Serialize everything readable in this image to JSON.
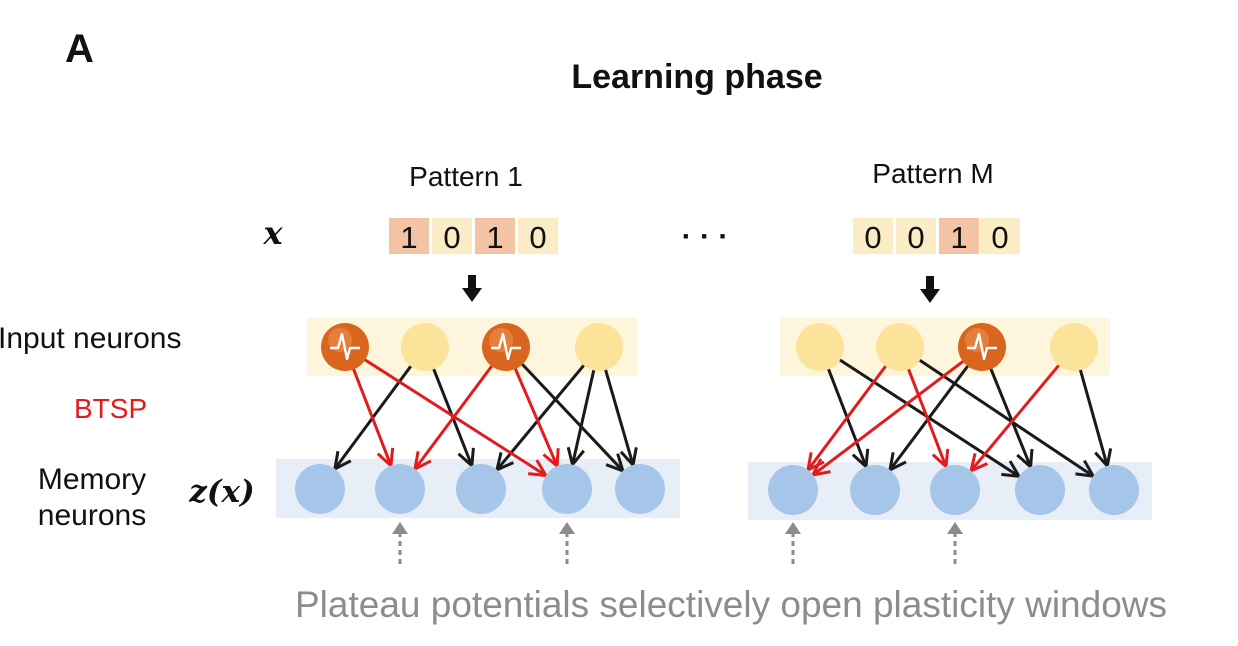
{
  "panel_label": "A",
  "title": "Learning phase",
  "x_label": "x",
  "z_label": "z(x)",
  "ellipsis": "· · ·",
  "row_labels": {
    "input": "Input neurons",
    "btsp": "BTSP",
    "memory_line1": "Memory",
    "memory_line2": "neurons"
  },
  "caption": "Plateau potentials selectively open plasticity windows",
  "colors": {
    "active_cell": "#f4c3a3",
    "inactive_cell": "#fbecc6",
    "input_band": "#fdf5dc",
    "inactive_neuron": "#fbe39a",
    "spiking_neuron": "#d9661f",
    "memory_band": "#e7eef8",
    "memory_neuron": "#a5c6e8",
    "btsp_arrow": "#e21c1c",
    "arrow": "#1a1a1a",
    "plateau_arrow": "#8c8c8c",
    "caption": "#8c8c8c",
    "btsp_label": "#e21c1c"
  },
  "patterns": [
    {
      "name": "Pattern 1",
      "bits": [
        "1",
        "0",
        "1",
        "0"
      ],
      "spiking": [
        true,
        false,
        true,
        false
      ],
      "plateau": [
        false,
        true,
        false,
        true,
        false
      ],
      "connections": [
        {
          "from": 0,
          "to": 1,
          "btsp": true
        },
        {
          "from": 0,
          "to": 3,
          "btsp": true
        },
        {
          "from": 1,
          "to": 0,
          "btsp": false
        },
        {
          "from": 1,
          "to": 2,
          "btsp": false
        },
        {
          "from": 2,
          "to": 1,
          "btsp": true
        },
        {
          "from": 2,
          "to": 3,
          "btsp": true
        },
        {
          "from": 3,
          "to": 2,
          "btsp": false
        },
        {
          "from": 3,
          "to": 4,
          "btsp": false
        },
        {
          "from": 2,
          "to": 4,
          "btsp": false
        },
        {
          "from": 3,
          "to": 3,
          "btsp": false
        }
      ]
    },
    {
      "name": "Pattern M",
      "bits": [
        "0",
        "0",
        "1",
        "0"
      ],
      "spiking": [
        false,
        false,
        true,
        false
      ],
      "plateau": [
        true,
        false,
        true,
        false,
        false
      ],
      "connections": [
        {
          "from": 0,
          "to": 1,
          "btsp": false
        },
        {
          "from": 0,
          "to": 3,
          "btsp": false
        },
        {
          "from": 1,
          "to": 0,
          "btsp": true
        },
        {
          "from": 1,
          "to": 2,
          "btsp": true
        },
        {
          "from": 1,
          "to": 4,
          "btsp": false
        },
        {
          "from": 2,
          "to": 0,
          "btsp": true
        },
        {
          "from": 2,
          "to": 1,
          "btsp": false
        },
        {
          "from": 2,
          "to": 3,
          "btsp": false
        },
        {
          "from": 3,
          "to": 2,
          "btsp": true
        },
        {
          "from": 3,
          "to": 4,
          "btsp": false
        }
      ]
    }
  ]
}
